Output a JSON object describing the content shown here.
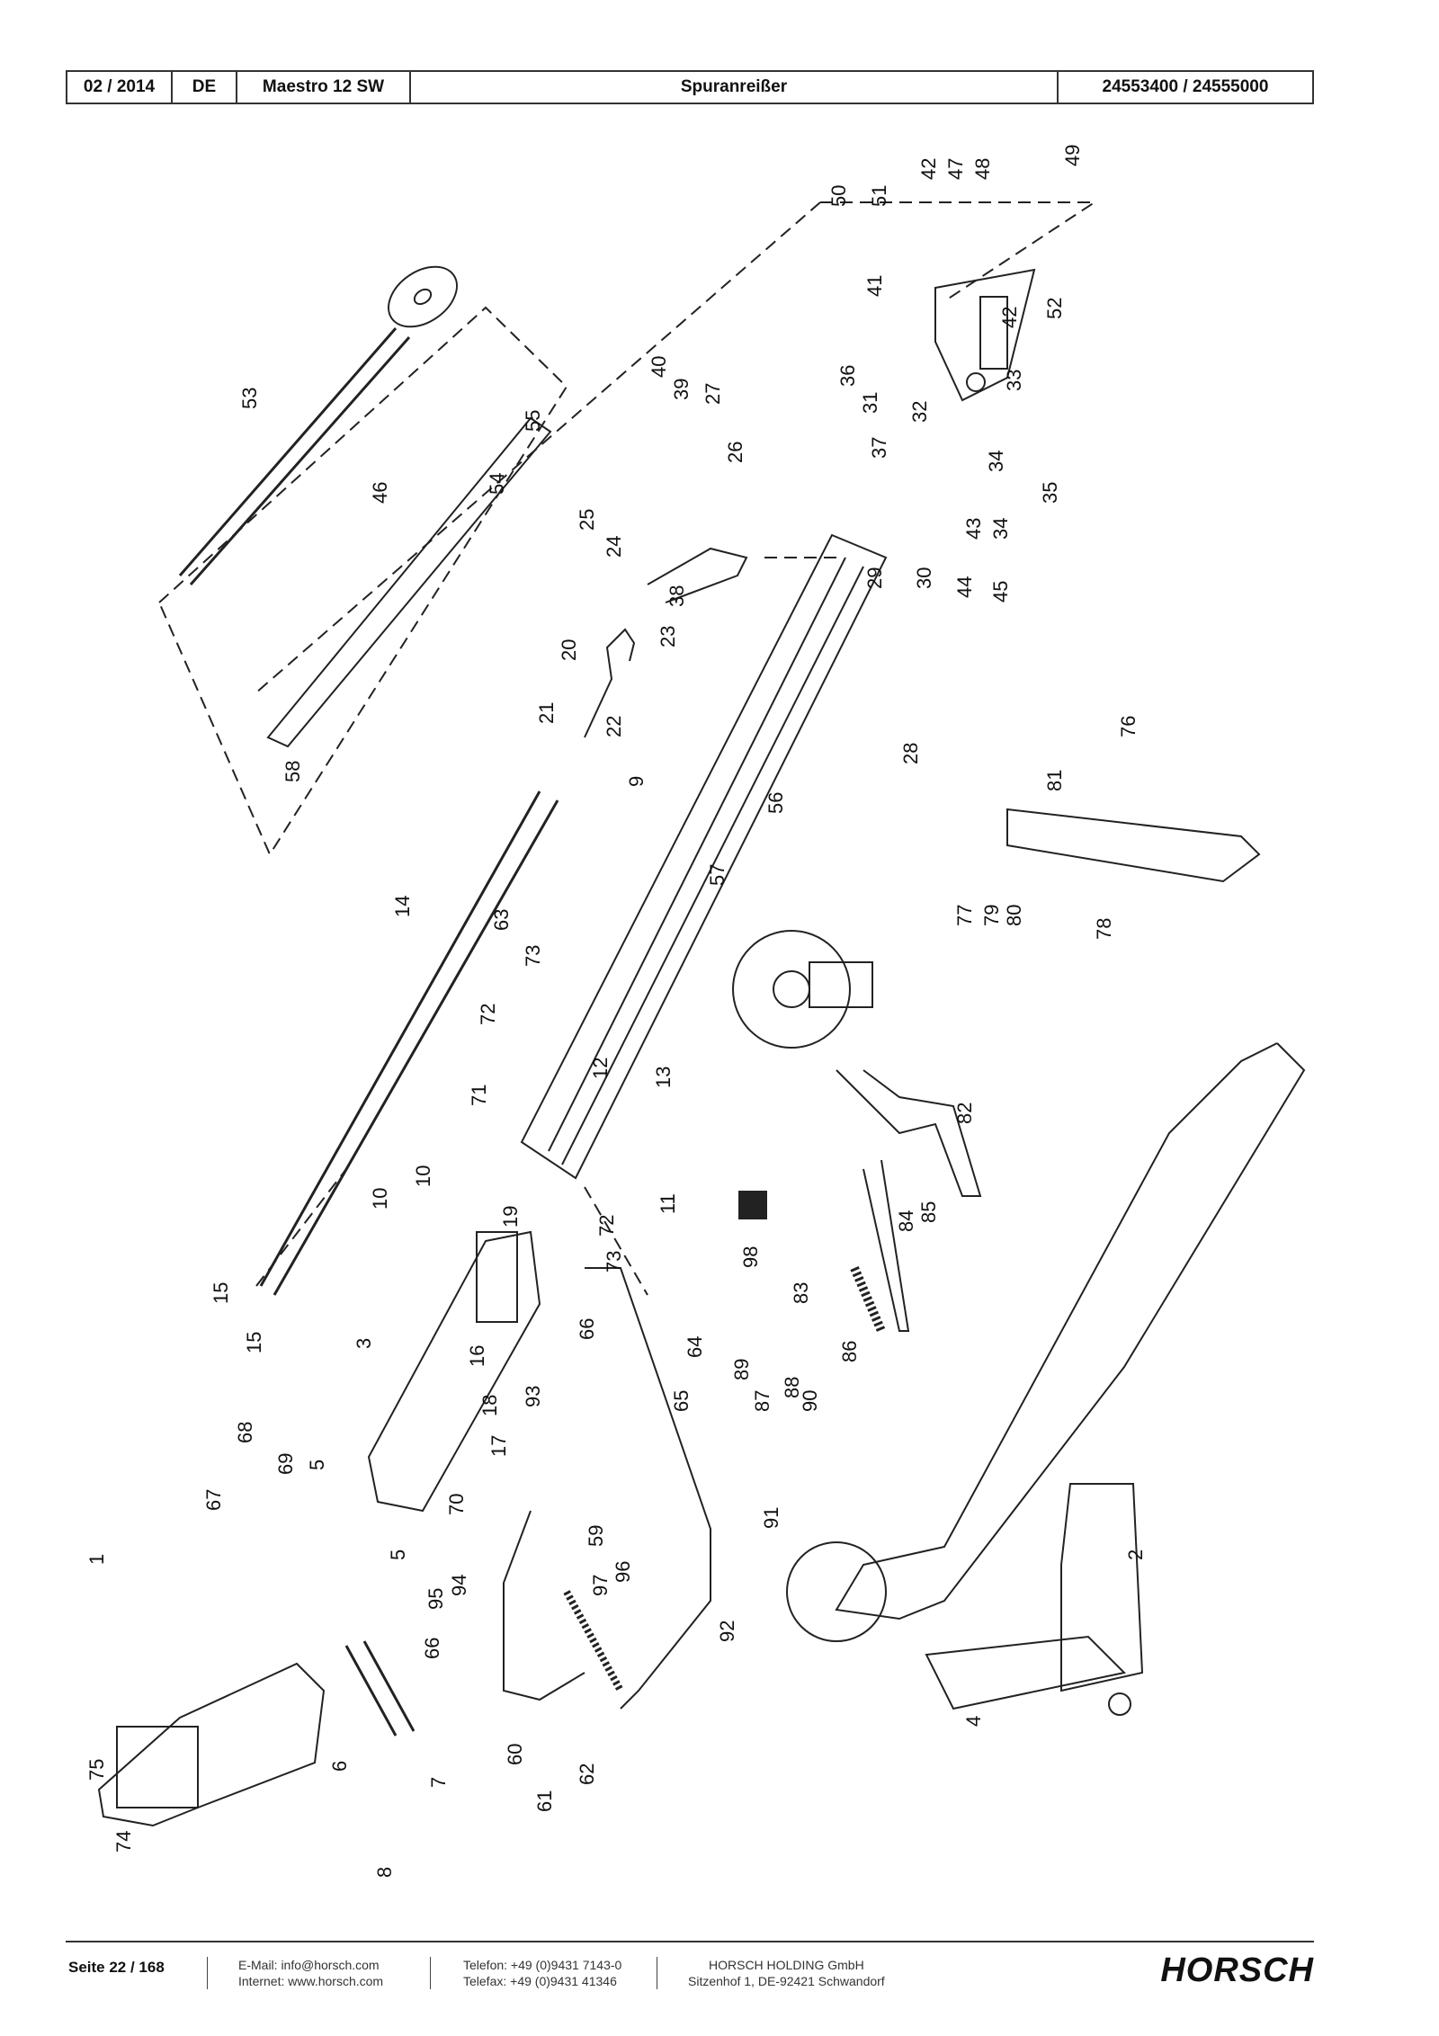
{
  "header": {
    "date": "02 / 2014",
    "lang": "DE",
    "model": "Maestro 12 SW",
    "title": "Spuranreißer",
    "part_numbers": "24553400 / 24555000"
  },
  "callouts": [
    "42",
    "47",
    "48",
    "49",
    "50",
    "51",
    "41",
    "42",
    "52",
    "36",
    "31",
    "32",
    "33",
    "37",
    "34",
    "35",
    "40",
    "39",
    "27",
    "26",
    "25",
    "24",
    "38",
    "23",
    "43",
    "34",
    "44",
    "45",
    "29",
    "30",
    "28",
    "20",
    "21",
    "22",
    "9",
    "56",
    "57",
    "53",
    "46",
    "54",
    "55",
    "58",
    "14",
    "63",
    "73",
    "72",
    "71",
    "12",
    "13",
    "72",
    "73",
    "11",
    "10",
    "19",
    "10",
    "15",
    "15",
    "3",
    "16",
    "18",
    "17",
    "93",
    "66",
    "64",
    "65",
    "68",
    "69",
    "5",
    "5",
    "70",
    "67",
    "1",
    "75",
    "74",
    "6",
    "7",
    "8",
    "94",
    "95",
    "66",
    "59",
    "96",
    "97",
    "92",
    "60",
    "61",
    "62",
    "91",
    "89",
    "87",
    "88",
    "90",
    "98",
    "83",
    "84",
    "85",
    "86",
    "82",
    "81",
    "76",
    "79",
    "80",
    "77",
    "78",
    "4",
    "2"
  ],
  "footer": {
    "page": "Seite 22 / 168",
    "email": "E-Mail: info@horsch.com",
    "internet": "Internet: www.horsch.com",
    "phone": "Telefon: +49 (0)9431 7143-0",
    "fax": "Telefax: +49 (0)9431 41346",
    "company": "HORSCH HOLDING GmbH",
    "address": "Sitzenhof 1, DE-92421 Schwandorf",
    "logo": "HORSCH"
  }
}
